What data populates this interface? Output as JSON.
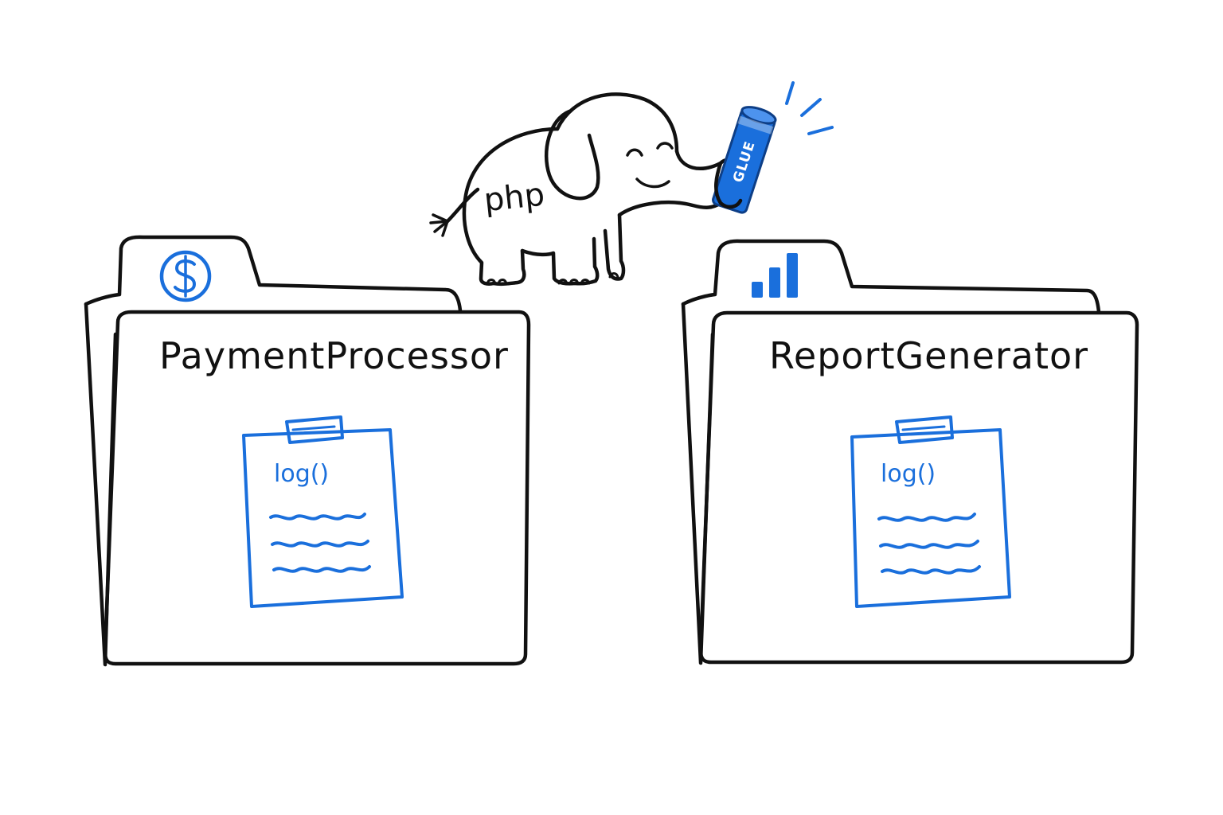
{
  "mascot": {
    "body_label": "php",
    "glue_label": "GLUE"
  },
  "folders": [
    {
      "title": "PaymentProcessor",
      "tab_icon": "dollar-circle-icon",
      "note_label": "log()"
    },
    {
      "title": "ReportGenerator",
      "tab_icon": "bar-chart-icon",
      "note_label": "log()"
    }
  ],
  "colors": {
    "ink": "#111111",
    "accent": "#1a6fdc",
    "background": "#ffffff"
  }
}
